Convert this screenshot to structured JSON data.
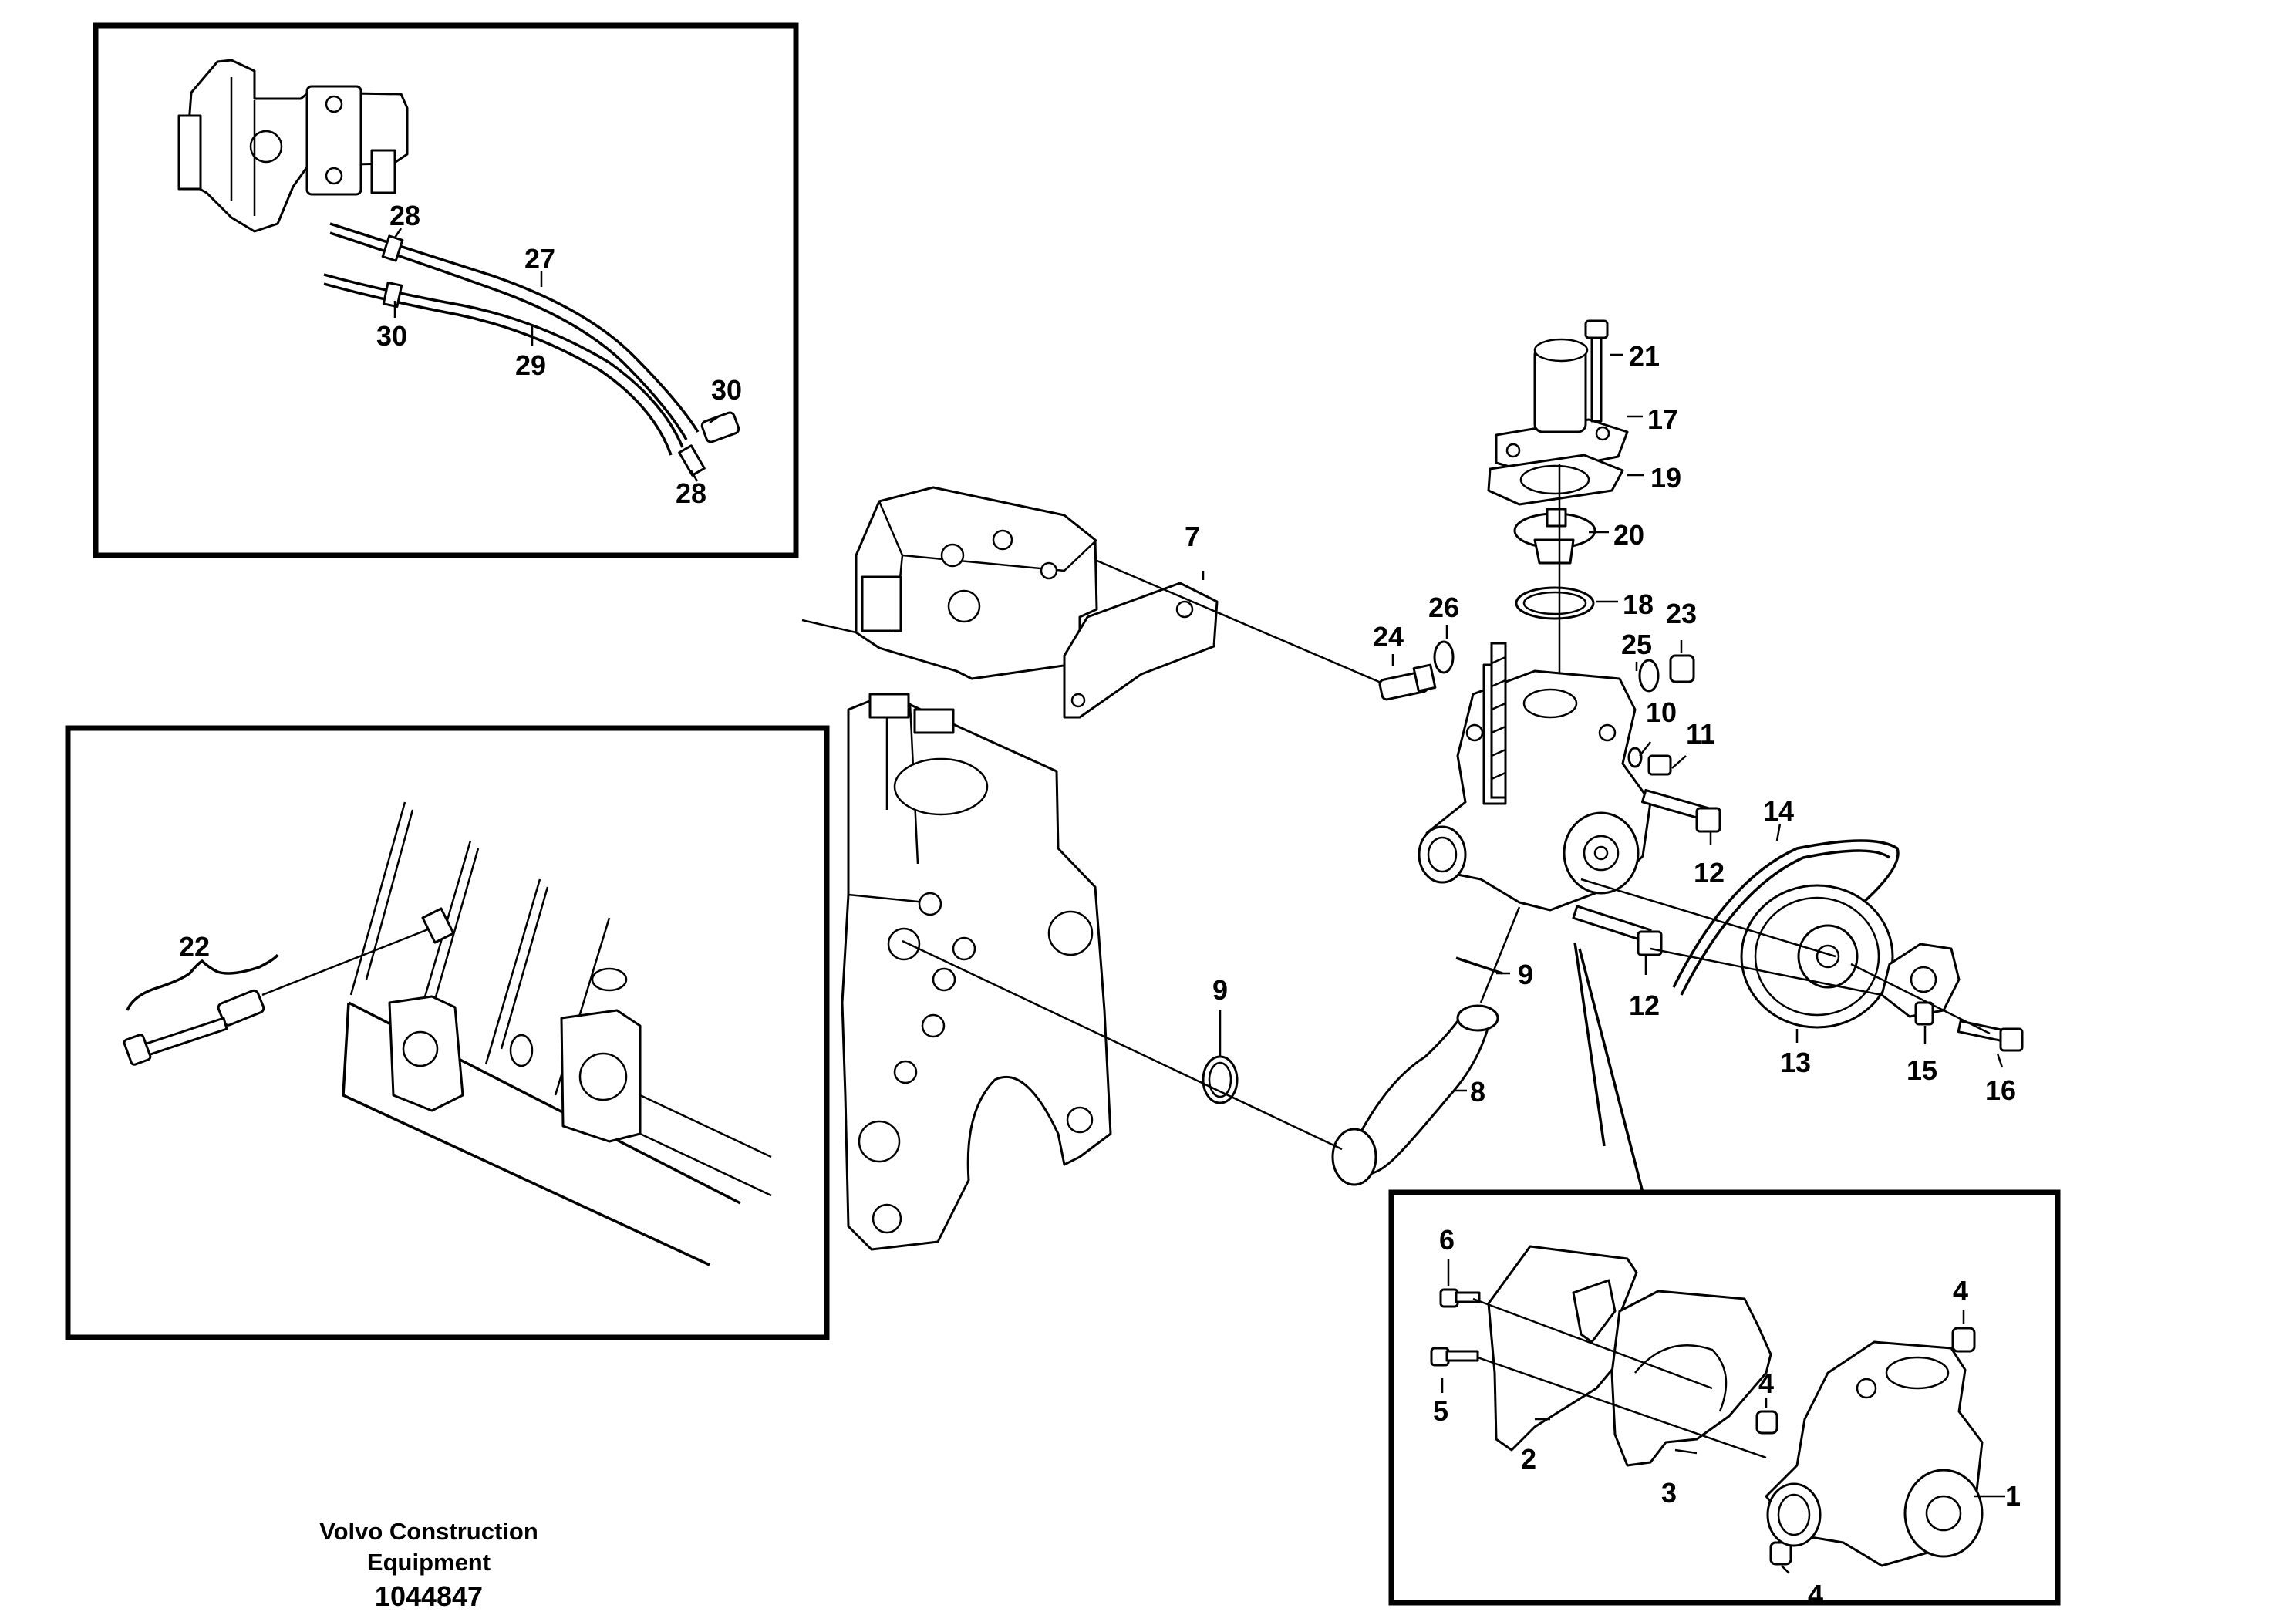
{
  "caption": {
    "line1": "Volvo Construction",
    "line2": "Equipment",
    "doc_number": "1044847"
  },
  "labels": {
    "p1": "1",
    "p2": "2",
    "p3": "3",
    "p4a": "4",
    "p4b": "4",
    "p4c": "4",
    "p5": "5",
    "p6": "6",
    "p7": "7",
    "p8": "8",
    "p9a": "9",
    "p9b": "9",
    "p10": "10",
    "p11": "11",
    "p12a": "12",
    "p12b": "12",
    "p13": "13",
    "p14": "14",
    "p15": "15",
    "p16": "16",
    "p17": "17",
    "p18": "18",
    "p19": "19",
    "p20": "20",
    "p21": "21",
    "p22": "22",
    "p23": "23",
    "p24": "24",
    "p25": "25",
    "p26": "26",
    "p27": "27",
    "p28a": "28",
    "p28b": "28",
    "p29": "29",
    "p30a": "30",
    "p30b": "30"
  }
}
